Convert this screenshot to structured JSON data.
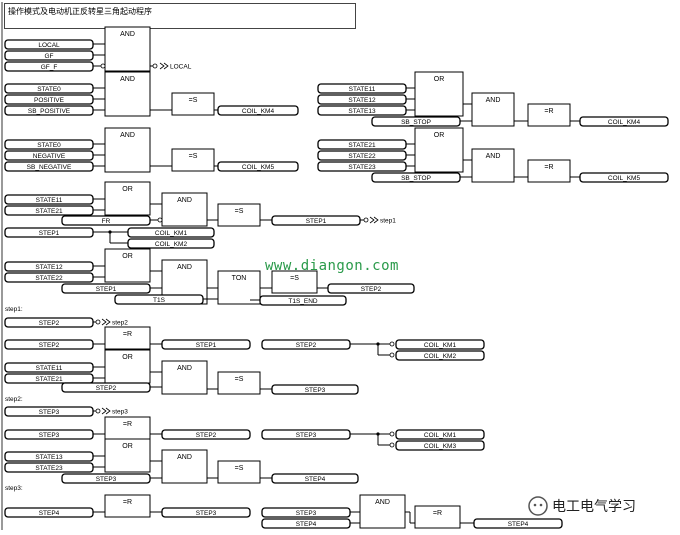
{
  "title": "操作模式及电动机正反转星三角起动程序",
  "watermark": "www.diangon.com",
  "brand": "电工电气学习",
  "labels": {
    "AND": "AND",
    "OR": "OR",
    "S": "=S",
    "R": "=R",
    "TON": "TON",
    "LOCAL": "LOCAL",
    "GF": "GF",
    "GF_F": "GF_F",
    "LOCAL_OUT": "LOCAL",
    "STATE0": "STATE0",
    "POSITIVE": "POSITIVE",
    "SB_POSITIVE": "SB_POSITIVE",
    "NEGATIVE": "NEGATIVE",
    "SB_NEGATIVE": "SB_NEGATIVE",
    "COIL_KM4": "COIL_KM4",
    "COIL_KM5": "COIL_KM5",
    "STATE11": "STATE11",
    "STATE12": "STATE12",
    "STATE13": "STATE13",
    "STATE21": "STATE21",
    "STATE22": "STATE22",
    "STATE23": "STATE23",
    "SB_STOP": "SB_STOP",
    "FR": "FR",
    "STEP1": "STEP1",
    "STEP2": "STEP2",
    "STEP3": "STEP3",
    "STEP4": "STEP4",
    "step1": "step1",
    "step2": "step2",
    "step3": "step3",
    "step1_lbl": "step1:",
    "step2_lbl": "step2:",
    "step3_lbl": "step3:",
    "COIL_KM1": "COIL_KM1",
    "COIL_KM2": "COIL_KM2",
    "COIL_KM3": "COIL_KM3",
    "T1S": "T1S",
    "T1S_END": "T1S_END"
  }
}
